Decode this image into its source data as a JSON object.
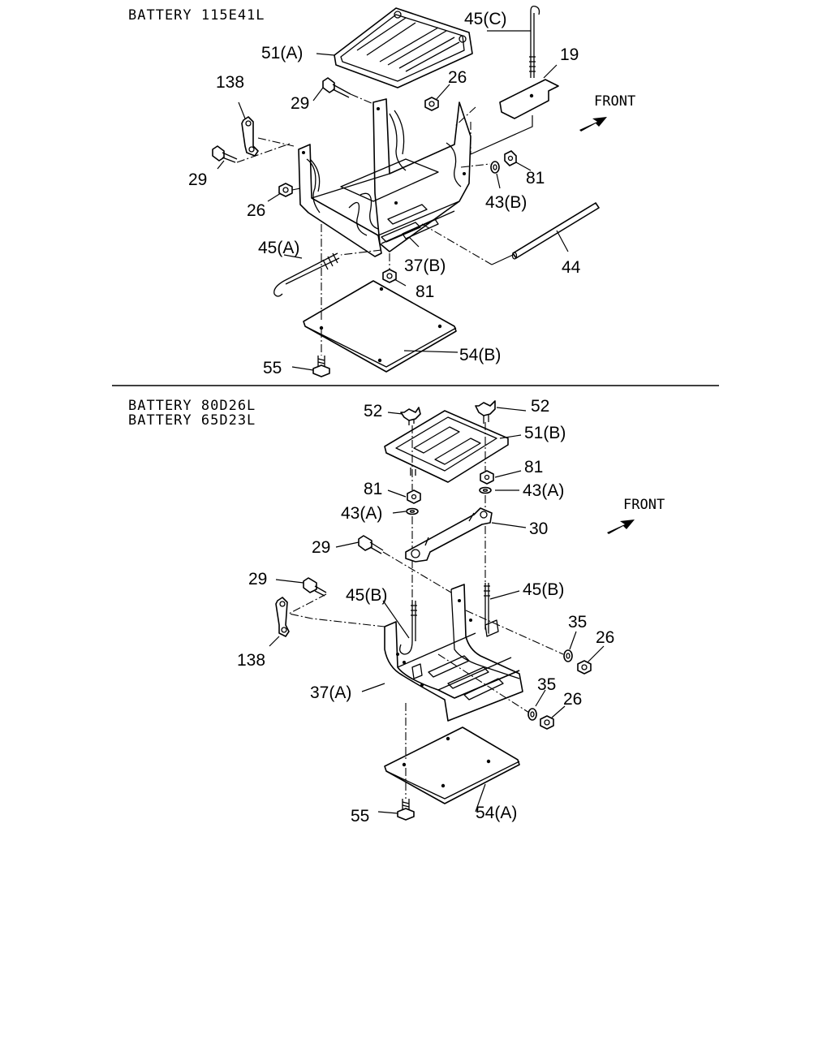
{
  "sections": [
    {
      "title": "BATTERY  115E41L",
      "labels": {
        "l_45c": "45(C)",
        "l_19": "19",
        "l_51a": "51(A)",
        "l_26a": "26",
        "l_138": "138",
        "l_29a": "29",
        "l_29b": "29",
        "l_26b": "26",
        "l_81a": "81",
        "l_43b": "43(B)",
        "l_45a": "45(A)",
        "l_37b": "37(B)",
        "l_44": "44",
        "l_81b": "81",
        "l_54b": "54(B)",
        "l_55": "55"
      },
      "front": "FRONT"
    },
    {
      "titles": [
        "BATTERY  80D26L",
        "BATTERY  65D23L"
      ],
      "labels": {
        "l_52a": "52",
        "l_52b": "52",
        "l_51b": "51(B)",
        "l_81a": "81",
        "l_43a1": "43(A)",
        "l_81b": "81",
        "l_43a2": "43(A)",
        "l_30": "30",
        "l_29a": "29",
        "l_29b": "29",
        "l_45b1": "45(B)",
        "l_45b2": "45(B)",
        "l_35a": "35",
        "l_26a": "26",
        "l_138": "138",
        "l_37a": "37(A)",
        "l_35b": "35",
        "l_26b": "26",
        "l_55": "55",
        "l_54a": "54(A)"
      },
      "front": "FRONT"
    }
  ]
}
